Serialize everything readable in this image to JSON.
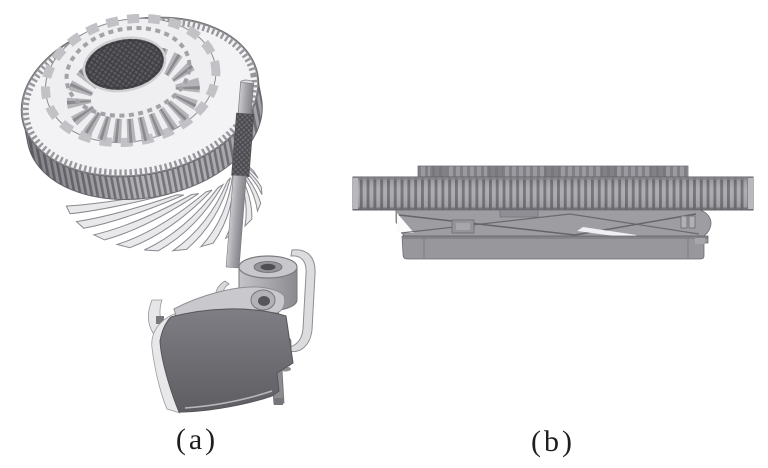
{
  "figure": {
    "background_color": "#ffffff",
    "label_color": "#1e1e1e",
    "panels": [
      {
        "id": "a",
        "label": "(a)"
      },
      {
        "id": "b",
        "label": "(b)"
      }
    ],
    "palette": {
      "outline": "#6e6e73",
      "metal_light": "#f2f2f4",
      "metal_mid": "#a9a9ae",
      "metal_dark": "#6e6e73",
      "metal_darker": "#4e4e53"
    },
    "parts": {
      "panel_a": [
        "ring-gear",
        "spline-hub",
        "splined-bore",
        "helical-pinion",
        "splined-shaft",
        "knurled-section",
        "bushing-drum",
        "support-bracket",
        "sector-pawl"
      ],
      "panel_b": [
        "gear-rim",
        "hub-band",
        "carrier-plate",
        "base-plate"
      ]
    }
  }
}
